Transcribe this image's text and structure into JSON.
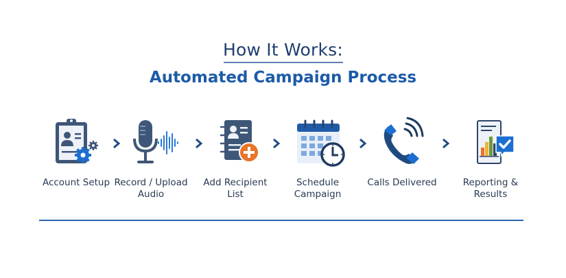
{
  "header": {
    "title": "How It Works:",
    "subtitle": "Automated Campaign Process"
  },
  "steps": [
    {
      "label": "Account Setup",
      "icon": "clipboard-gear-icon"
    },
    {
      "label": "Record / Upload Audio",
      "icon": "microphone-icon"
    },
    {
      "label": "Add Recipient List",
      "icon": "contact-list-add-icon"
    },
    {
      "label": "Schedule Campaign",
      "icon": "calendar-clock-icon"
    },
    {
      "label": "Calls Delivered",
      "icon": "phone-icon"
    },
    {
      "label": "Reporting & Results",
      "icon": "report-check-icon"
    }
  ],
  "colors": {
    "navy": "#3a5478",
    "blue": "#1c6fd0",
    "orange": "#e8752a",
    "title": "#1f3f6e",
    "subtitle": "#1c5ba8"
  }
}
